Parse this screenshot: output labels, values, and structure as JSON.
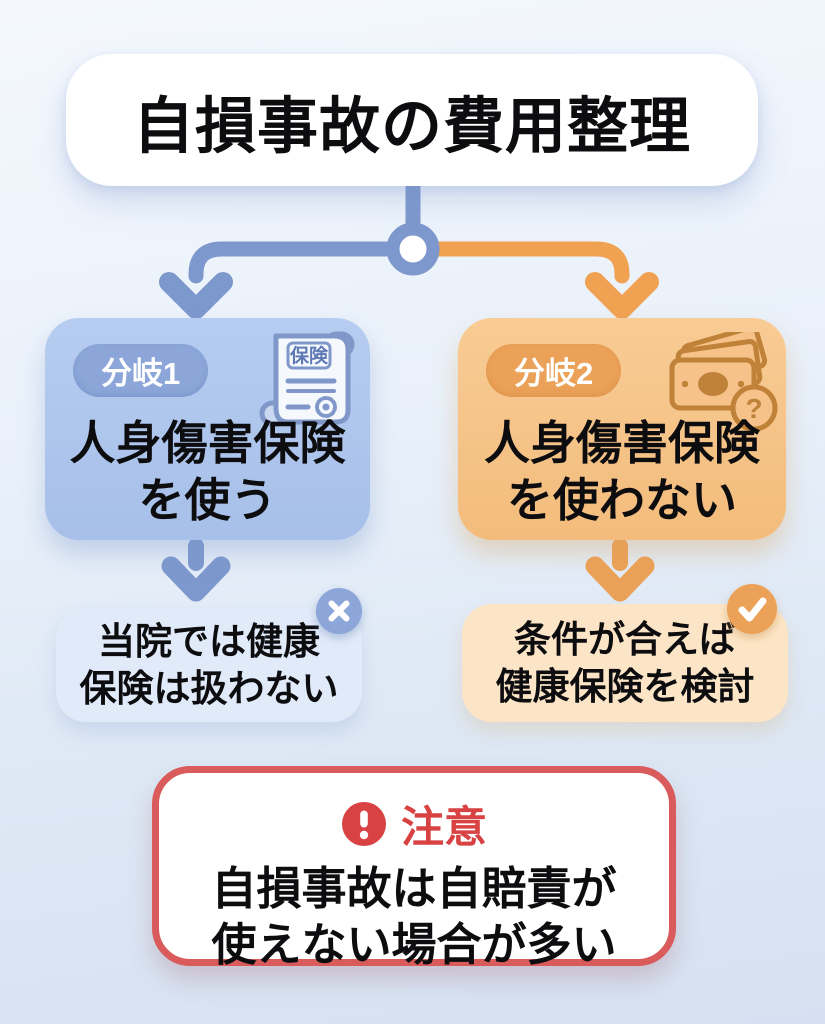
{
  "title": "自損事故の費用整理",
  "branches": [
    {
      "badge": "分岐1",
      "text_line1": "人身傷害保険",
      "text_line2": "を使う",
      "icon": "insurance-policy-scroll-icon",
      "icon_label": "保険"
    },
    {
      "badge": "分岐2",
      "text_line1": "人身傷害保険",
      "text_line2": "を使わない",
      "icon": "money-bills-question-icon",
      "icon_symbol": "?"
    }
  ],
  "outcomes": [
    {
      "text_line1": "当院では健康",
      "text_line2": "保険は扱わない",
      "mark": "cross"
    },
    {
      "text_line1": "条件が合えば",
      "text_line2": "健康保険を検討",
      "mark": "check"
    }
  ],
  "notice": {
    "label": "注意",
    "text_line1": "自損事故は自賠責が",
    "text_line2": "使えない場合が多い"
  },
  "icons": [
    {
      "name": "insurance-policy-scroll-icon",
      "meaning": "insurance certificate scroll"
    },
    {
      "name": "money-bills-question-icon",
      "meaning": "cash bills with question mark"
    },
    {
      "name": "cross-icon",
      "glyph": "✕"
    },
    {
      "name": "check-icon",
      "glyph": "✓"
    },
    {
      "name": "warning-exclamation-icon",
      "glyph": "!"
    },
    {
      "name": "branch-junction-node",
      "meaning": "flow split point"
    }
  ],
  "colors": {
    "background_top": "#F4F8FD",
    "background_bottom": "#D5E1F2",
    "title_card": "#FFFFFF",
    "text": "#0D0D10",
    "blue_branch_box": "#ABC3EB",
    "blue_badge": "#8CA6D9",
    "blue_connector": "#7D98CC",
    "orange_branch_box": "#F5C288",
    "orange_badge": "#EBA158",
    "orange_connector": "#F0A252",
    "outcome_blue_box": "#E1EAF8",
    "outcome_orange_box": "#FCE5C6",
    "notice_border": "#D95B5B",
    "notice_accent": "#D84242"
  }
}
